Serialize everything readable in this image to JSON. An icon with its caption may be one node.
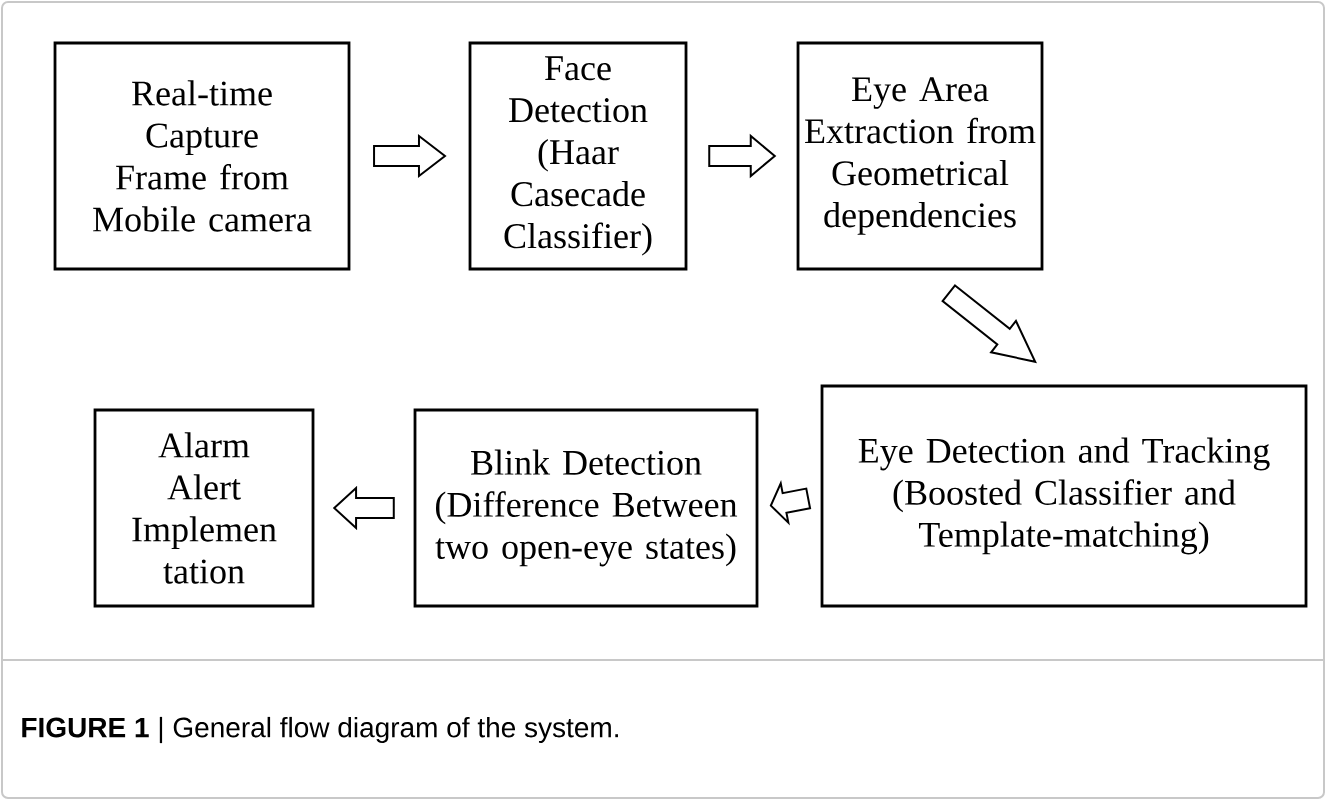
{
  "diagram": {
    "caption": "**FIGURE 1** | General flow diagram of the system.",
    "nodes": [
      {
        "text": [
          "Real-time Capture Frame from Mobile camera"
        ]
      },
      {
        "text": [
          "Face Detection (Haar Casecade Classifier)"
        ]
      },
      {
        "text": [
          "Eye Area Extraction from Geometrical dependencies"
        ]
      },
      {
        "text": [
          "Eye Detection and Tracking (Boosted Classifier and Template-matching)"
        ]
      },
      {
        "text": [
          "Blink Detection (Difference Between two open-eye states)"
        ]
      },
      {
        "text": [
          "Alarm Alert Implemen tation"
        ]
      }
    ],
    "edges": [
      {
        "from": 0,
        "to": 1,
        "arrow": "to"
      },
      {
        "from": 1,
        "to": 2,
        "arrow": "to"
      },
      {
        "from": 2,
        "to": 3,
        "arrow": "to"
      },
      {
        "from": 3,
        "to": 4,
        "arrow": "to"
      },
      {
        "from": 4,
        "to": 5,
        "arrow": "to"
      }
    ]
  }
}
